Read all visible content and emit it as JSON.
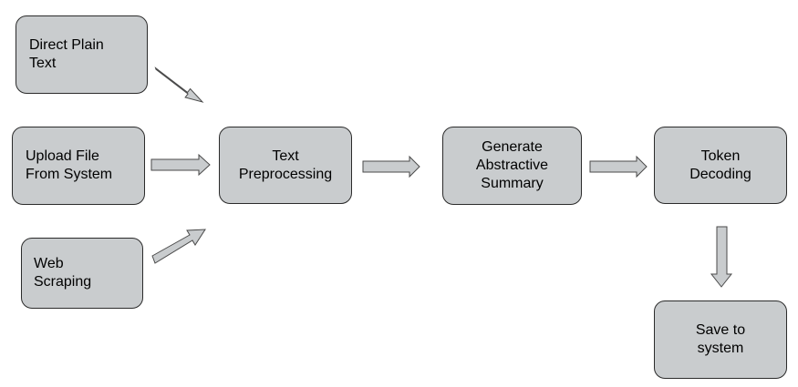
{
  "nodes": {
    "direct_plain_text": "Direct Plain\nText",
    "upload_file": "Upload File\nFrom System",
    "web_scraping": "Web\nScraping",
    "text_preprocessing": "Text\nPreprocessing",
    "generate_summary": "Generate\nAbstractive\nSummary",
    "token_decoding": "Token\nDecoding",
    "save_to_system": "Save to\nsystem"
  },
  "colors": {
    "node_fill": "#c9ccce",
    "node_border": "#2b2b2b",
    "arrow_stroke": "#4a4a4a"
  }
}
